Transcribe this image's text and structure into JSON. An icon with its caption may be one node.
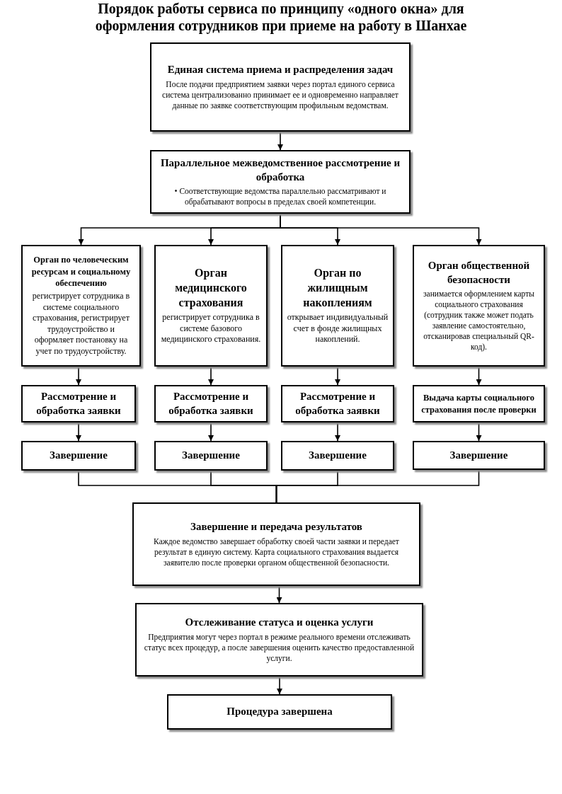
{
  "diagram": {
    "title": "Порядок работы сервиса по принципу «одного окна» для оформления сотрудников при приеме на работу в Шанхае",
    "nodes": [
      {
        "text": [
          "Единая система приема и распределения задач",
          "После подачи предприятием заявки через портал единого сервиса система централизованно принимает ее и одновременно направляет данные по заявке соответствующим профильным ведомствам."
        ]
      },
      {
        "text": [
          "Параллельное межведомственное рассмотрение и обработка",
          "• Соответствующие ведомства параллельно рассматривают и обрабатывают вопросы в пределах своей компетенции."
        ]
      },
      {
        "text": [
          "Орган по человеческим ресурсам и социальному обеспечению",
          "регистрирует сотрудника в системе социального страхования, регистрирует трудоустройство и оформляет постановку на учет по трудоустройству."
        ]
      },
      {
        "text": [
          "Орган медицинского страхования",
          "регистрирует сотрудника в системе базового медицинского страхования."
        ]
      },
      {
        "text": [
          "Орган по жилищным накоплениям",
          "открывает индивидуальный счет в фонде жилищных накоплений."
        ]
      },
      {
        "text": [
          "Орган общественной безопасности",
          "занимается оформлением карты социального страхования (сотрудник также может подать заявление самостоятельно, отсканировав специальный QR-код)."
        ]
      },
      {
        "text": [
          "Рассмотрение и обработка заявки"
        ]
      },
      {
        "text": [
          "Рассмотрение и обработка заявки"
        ]
      },
      {
        "text": [
          "Рассмотрение и обработка заявки"
        ]
      },
      {
        "text": [
          "Выдача карты социального страхования после проверки"
        ]
      },
      {
        "text": [
          "Завершение"
        ]
      },
      {
        "text": [
          "Завершение"
        ]
      },
      {
        "text": [
          "Завершение"
        ]
      },
      {
        "text": [
          "Завершение"
        ]
      },
      {
        "text": [
          "Завершение и передача результатов",
          "Каждое ведомство завершает обработку своей части заявки и передает результат в единую систему. Карта социального страхования выдается заявителю после проверки органом общественной безопасности."
        ]
      },
      {
        "text": [
          "Отслеживание статуса и оценка услуги",
          "Предприятия могут через портал в режиме реального времени отслеживать статус всех процедур, а после завершения оценить качество предоставленной услуги."
        ]
      },
      {
        "text": [
          "Процедура завершена"
        ]
      }
    ],
    "edges": [
      {
        "from": 0,
        "to": 1,
        "arrow": "to"
      },
      {
        "from": 1,
        "to": 2,
        "arrow": "to"
      },
      {
        "from": 1,
        "to": 3,
        "arrow": "to"
      },
      {
        "from": 1,
        "to": 4,
        "arrow": "to"
      },
      {
        "from": 1,
        "to": 5,
        "arrow": "to"
      },
      {
        "from": 2,
        "to": 6,
        "arrow": "to"
      },
      {
        "from": 3,
        "to": 7,
        "arrow": "to"
      },
      {
        "from": 4,
        "to": 8,
        "arrow": "to"
      },
      {
        "from": 5,
        "to": 9,
        "arrow": "to"
      },
      {
        "from": 6,
        "to": 10,
        "arrow": "to"
      },
      {
        "from": 7,
        "to": 11,
        "arrow": "to"
      },
      {
        "from": 8,
        "to": 12,
        "arrow": "to"
      },
      {
        "from": 9,
        "to": 13,
        "arrow": "to"
      },
      {
        "from": 10,
        "to": 14,
        "arrow": "none"
      },
      {
        "from": 11,
        "to": 14,
        "arrow": "none"
      },
      {
        "from": 12,
        "to": 14,
        "arrow": "none"
      },
      {
        "from": 13,
        "to": 14,
        "arrow": "none"
      },
      {
        "from": 14,
        "to": 15,
        "arrow": "to"
      },
      {
        "from": 15,
        "to": 16,
        "arrow": "to"
      }
    ]
  }
}
